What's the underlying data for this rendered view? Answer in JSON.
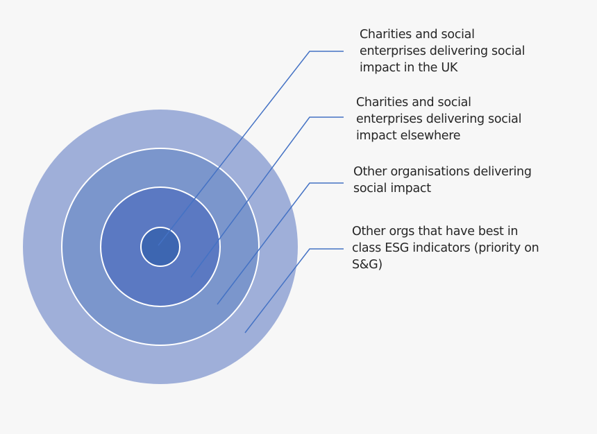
{
  "diagram": {
    "type": "concentric-circles",
    "colors": {
      "background": "#f7f7f7",
      "ring_outer": "#9fafd9",
      "ring_second": "#7b96cc",
      "ring_third": "#5b79c2",
      "ring_core": "#3d66b1",
      "ring_stroke": "#ffffff",
      "connector": "#4472c4",
      "text": "#262626"
    },
    "rings": [
      {
        "level": 1,
        "label": "Charities and social\nenterprises delivering social\nimpact in the UK"
      },
      {
        "level": 2,
        "label": "Charities and social\nenterprises delivering social\nimpact elsewhere"
      },
      {
        "level": 3,
        "label": "Other organisations delivering\nsocial impact"
      },
      {
        "level": 4,
        "label": "Other orgs that have best in\nclass ESG indicators (priority on\nS&G)"
      }
    ]
  }
}
